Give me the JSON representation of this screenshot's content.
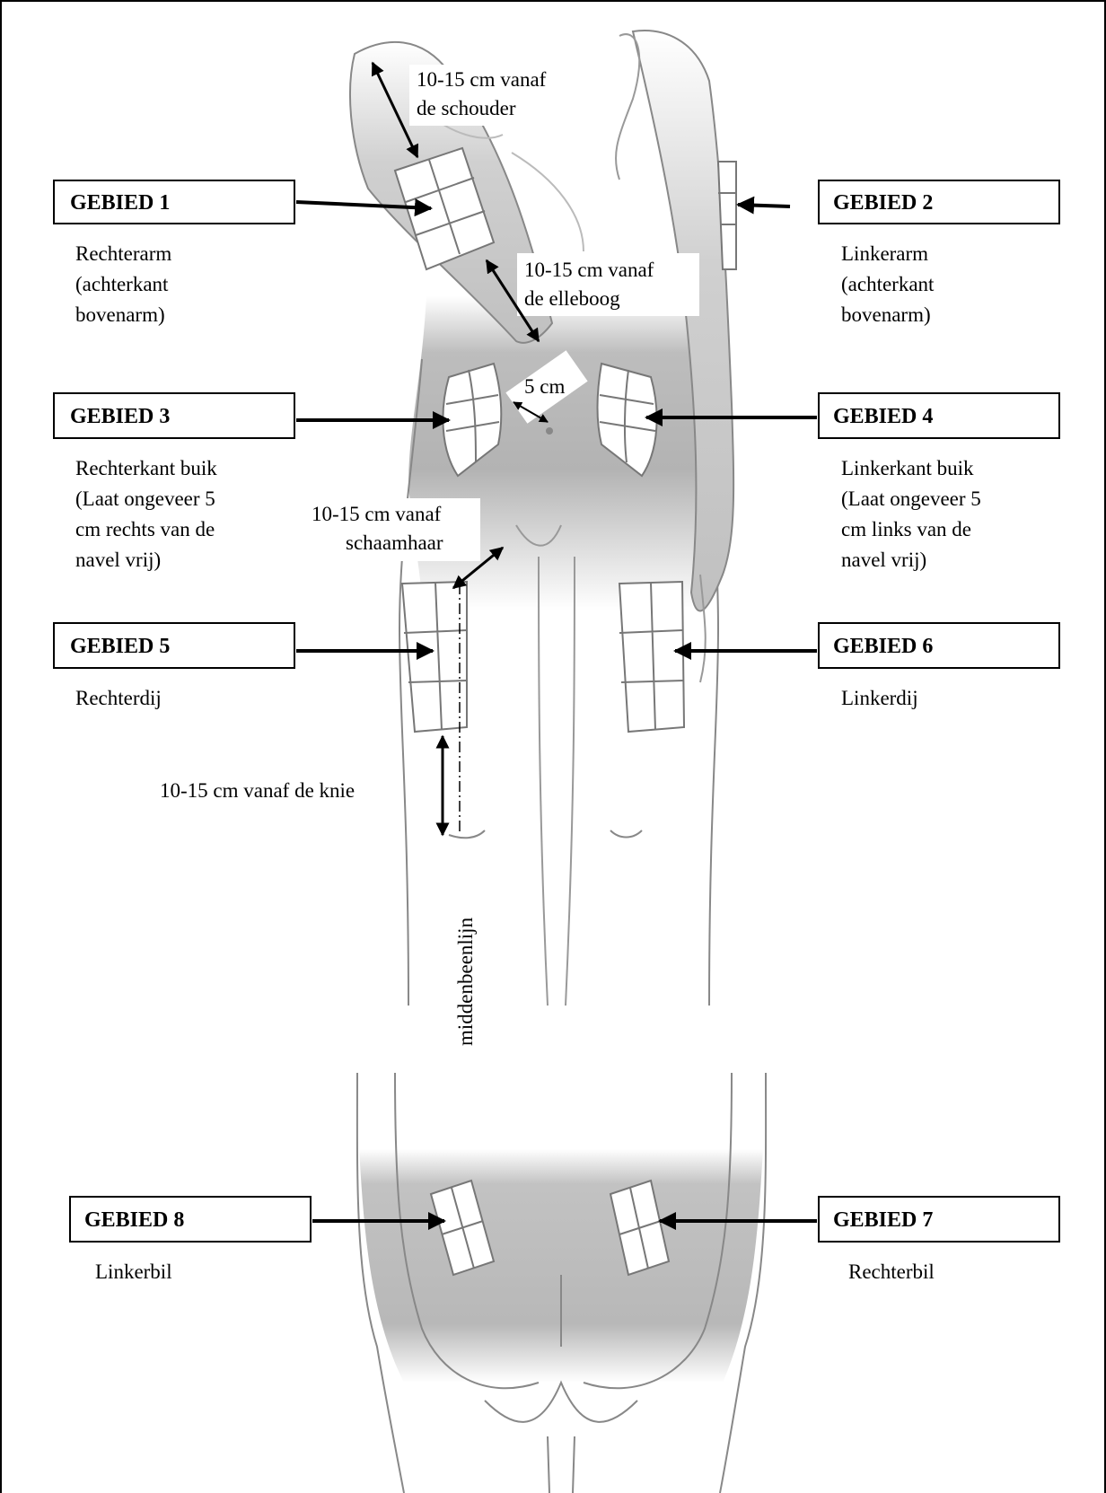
{
  "areas": [
    {
      "label": "GEBIED 1",
      "desc": [
        "Rechterarm",
        "(achterkant",
        "bovenarm)"
      ]
    },
    {
      "label": "GEBIED 2",
      "desc": [
        "Linkerarm",
        "(achterkant",
        "bovenarm)"
      ]
    },
    {
      "label": "GEBIED 3",
      "desc": [
        "Rechterkant buik",
        "(Laat ongeveer 5",
        "cm rechts van de",
        "navel vrij)"
      ]
    },
    {
      "label": "GEBIED 4",
      "desc": [
        "Linkerkant buik",
        "(Laat ongeveer 5",
        "cm links van de",
        "navel vrij)"
      ]
    },
    {
      "label": "GEBIED 5",
      "desc": [
        "Rechterdij"
      ]
    },
    {
      "label": "GEBIED 6",
      "desc": [
        "Linkerdij"
      ]
    },
    {
      "label": "GEBIED 8",
      "desc": [
        "Linkerbil"
      ]
    },
    {
      "label": "GEBIED 7",
      "desc": [
        "Rechterbil"
      ]
    }
  ],
  "measurements": {
    "shoulder": [
      "10-15 cm vanaf",
      "de schouder"
    ],
    "elbow": [
      "10-15 cm vanaf",
      "de elleboog"
    ],
    "navel": "5 cm",
    "pubic": [
      "10-15 cm vanaf",
      "schaamhaar"
    ],
    "knee": "10-15 cm vanaf de knie",
    "midline": "middenbeenlijn"
  }
}
